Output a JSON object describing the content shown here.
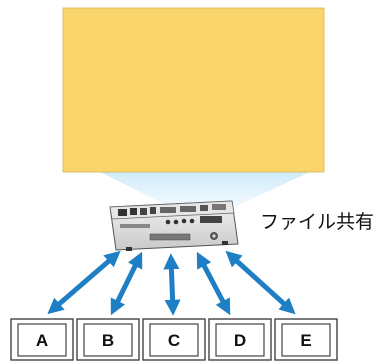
{
  "caption": "ファイル共有",
  "terminals": [
    {
      "label": "A"
    },
    {
      "label": "B"
    },
    {
      "label": "C"
    },
    {
      "label": "D"
    },
    {
      "label": "E"
    }
  ],
  "colors": {
    "screen": "#fad56b",
    "beam": "#c9e8f8",
    "arrow": "#1f7fc4"
  }
}
